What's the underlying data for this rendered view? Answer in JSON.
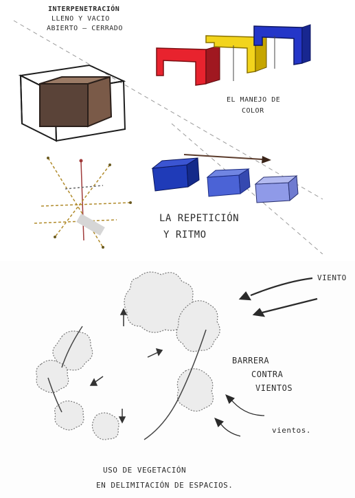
{
  "top_sketches": {
    "interpenetration_note": {
      "line1": "INTERPENETRACIÓN",
      "line2": "LLENO Y VACIO",
      "line3": "ABIERTO – CERRADO"
    },
    "color_note": {
      "line1": "EL MANEJO DE",
      "line2": "COLOR"
    },
    "color_frames": [
      "#e8232e",
      "#f2d41c",
      "#2436c8"
    ],
    "repetition_note": {
      "line1": "LA REPETICIÓN",
      "line2": "Y RITMO"
    },
    "repeated_blocks": [
      "#1f3bb8",
      "#4b63d6",
      "#8f9ae8"
    ]
  },
  "bottom_sketch": {
    "wind_label_top": "VIENTO",
    "barrier_label": {
      "line1": "BARRERA",
      "line2": "CONTRA",
      "line3": "VIENTOS"
    },
    "wind_label_bottom": "vientos.",
    "caption": {
      "line1": "USO DE VEGETACIÓN",
      "line2": "EN DELIMITACIÓN DE ESPACIOS."
    }
  }
}
